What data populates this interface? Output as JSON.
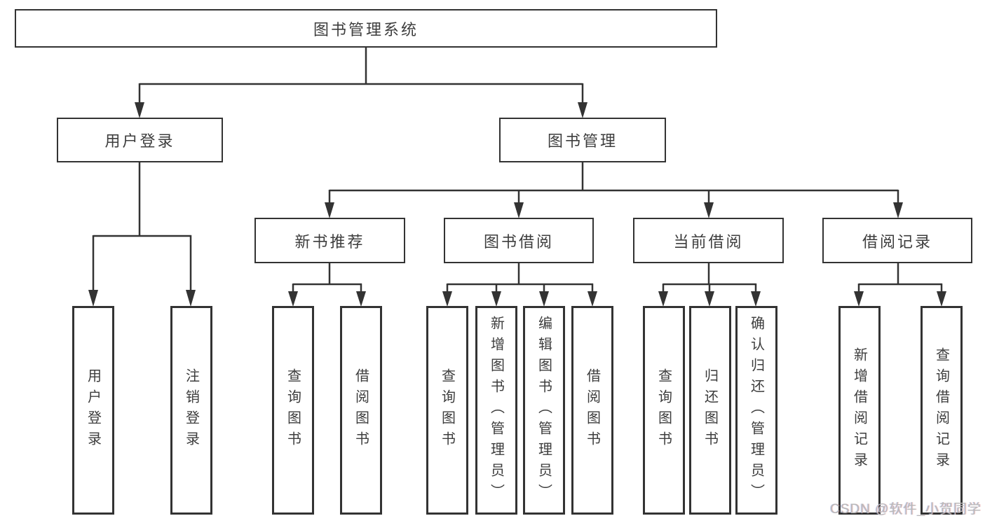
{
  "diagram": {
    "tree": {
      "root": {
        "label": "图书管理系统",
        "children": [
          {
            "label": "用户登录",
            "children": [
              {
                "label": "用户登录"
              },
              {
                "label": "注销登录"
              }
            ]
          },
          {
            "label": "图书管理",
            "children": [
              {
                "label": "新书推荐",
                "children": [
                  {
                    "label": "查询图书"
                  },
                  {
                    "label": "借阅图书"
                  }
                ]
              },
              {
                "label": "图书借阅",
                "children": [
                  {
                    "label": "查询图书"
                  },
                  {
                    "label": "新增图书（管理员）"
                  },
                  {
                    "label": "编辑图书（管理员）"
                  },
                  {
                    "label": "借阅图书"
                  }
                ]
              },
              {
                "label": "当前借阅",
                "children": [
                  {
                    "label": "查询图书"
                  },
                  {
                    "label": "归还图书"
                  },
                  {
                    "label": "确认归还（管理员）"
                  }
                ]
              },
              {
                "label": "借阅记录",
                "children": [
                  {
                    "label": "新增借阅记录"
                  },
                  {
                    "label": "查询借阅记录"
                  }
                ]
              }
            ]
          }
        ]
      }
    },
    "colors": {
      "line": "#333333",
      "box_border": "#333333",
      "box_fill": "#ffffff",
      "text": "#3d3d3d",
      "watermark": "#b9b9b9",
      "background": "#ffffff"
    }
  },
  "watermark": {
    "text": "CSDN @软件_小贺同学"
  }
}
